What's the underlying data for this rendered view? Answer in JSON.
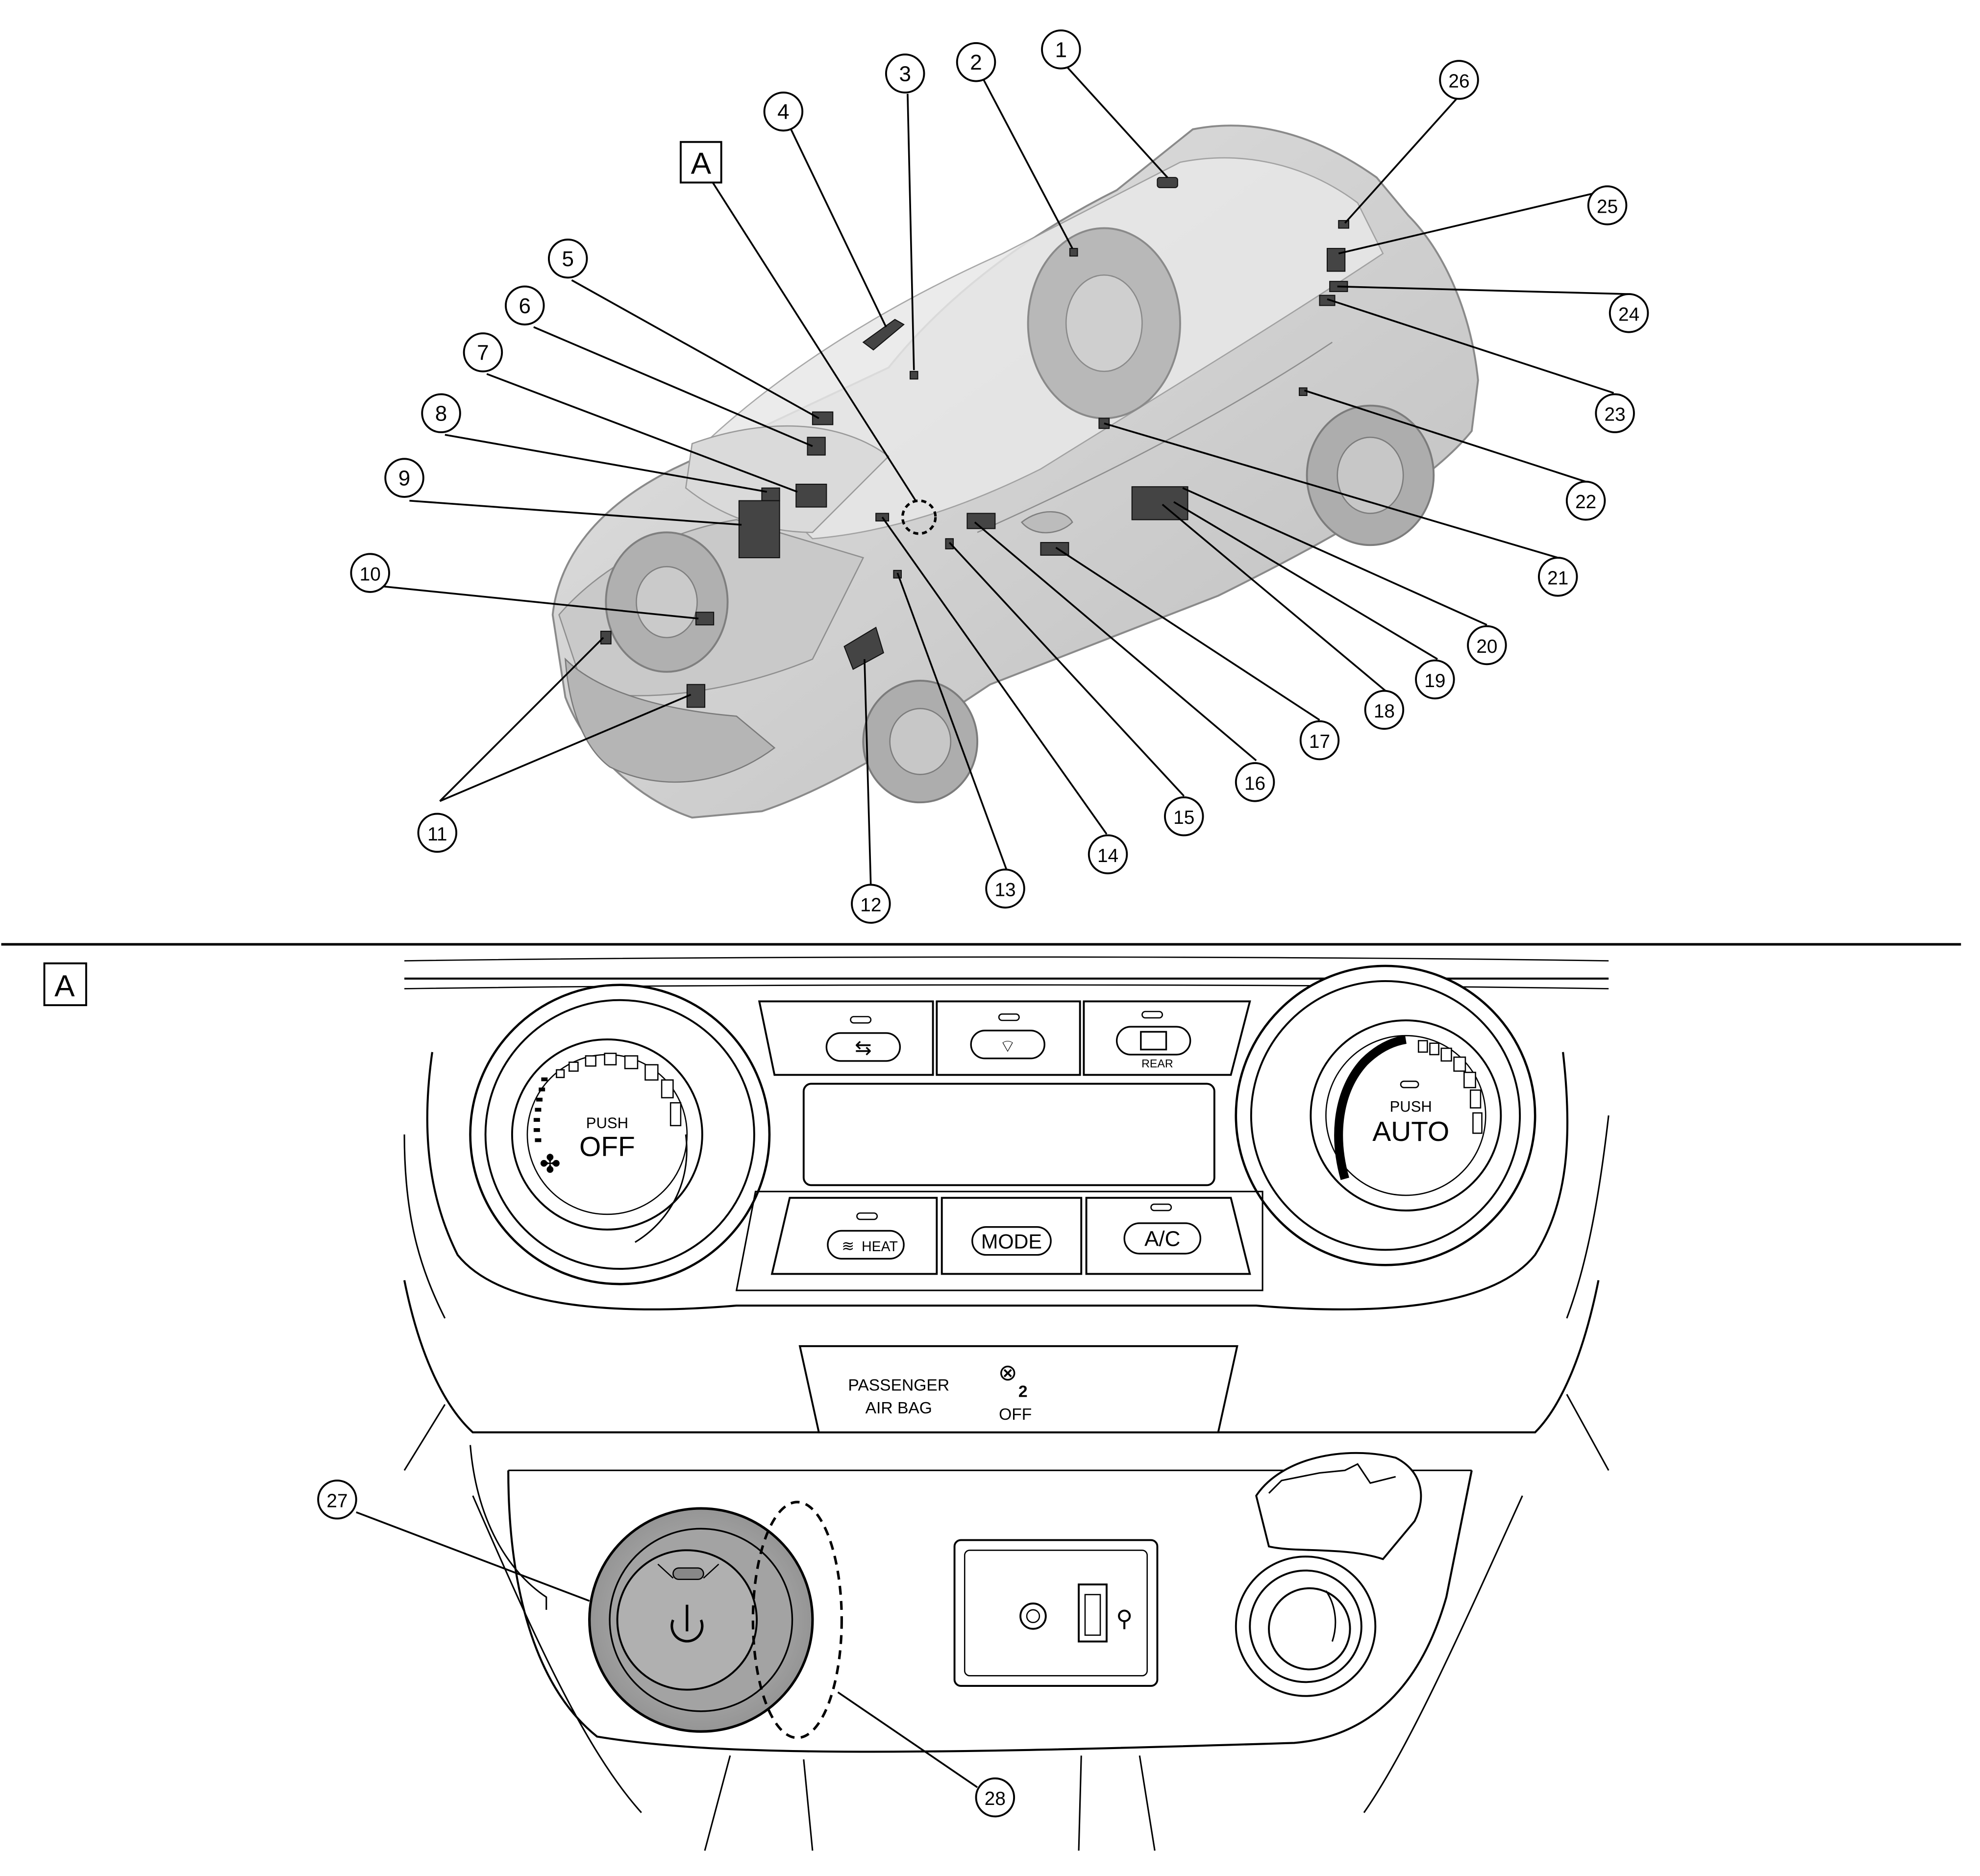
{
  "section_label": "A",
  "callouts": [
    "1",
    "2",
    "3",
    "4",
    "5",
    "6",
    "7",
    "8",
    "9",
    "10",
    "11",
    "12",
    "13",
    "14",
    "15",
    "16",
    "17",
    "18",
    "19",
    "20",
    "21",
    "22",
    "23",
    "24",
    "25",
    "26",
    "27",
    "28"
  ],
  "panel": {
    "left_knob_push": "PUSH",
    "left_knob_main": "OFF",
    "right_knob_push": "PUSH",
    "right_knob_main": "AUTO",
    "rear_label": "REAR",
    "heat_label": "HEAT",
    "mode_label": "MODE",
    "ac_label": "A/C",
    "airbag_line1": "PASSENGER",
    "airbag_line2": "AIR BAG",
    "airbag_icon_text": "2",
    "airbag_off": "OFF"
  },
  "colors": {
    "line": "#000000",
    "car_body": "#d0d0d0",
    "switch_fill": "#a8a8a8"
  }
}
